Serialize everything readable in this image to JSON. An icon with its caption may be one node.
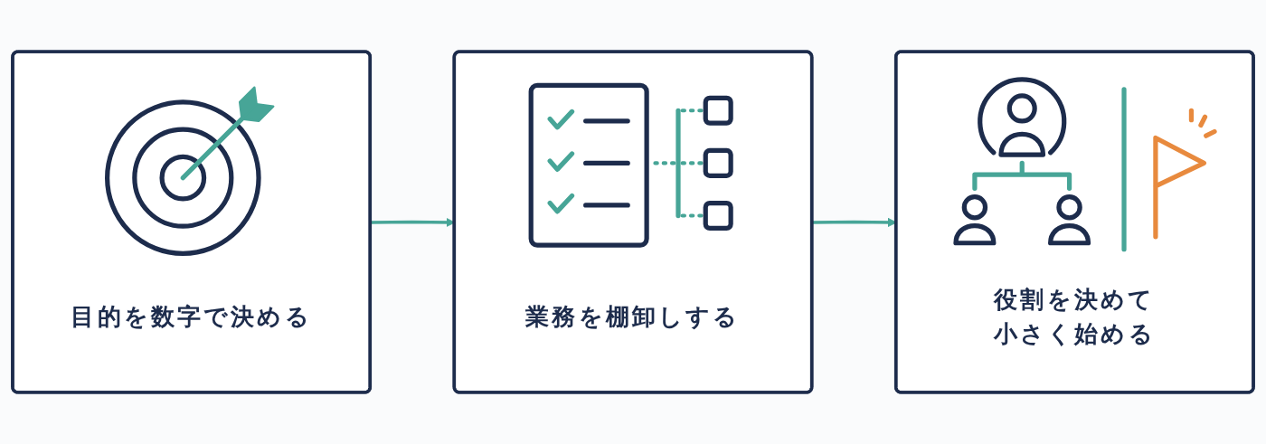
{
  "diagram": {
    "nodes": [
      {
        "text": [
          "目的を数字で決める"
        ]
      },
      {
        "text": [
          "業務を棚卸しする"
        ]
      },
      {
        "text": [
          "役割を決めて小さく始める"
        ]
      }
    ],
    "edges": [
      {
        "from": 0,
        "to": 1,
        "arrow": "to"
      },
      {
        "from": 1,
        "to": 2,
        "arrow": "to"
      }
    ]
  }
}
